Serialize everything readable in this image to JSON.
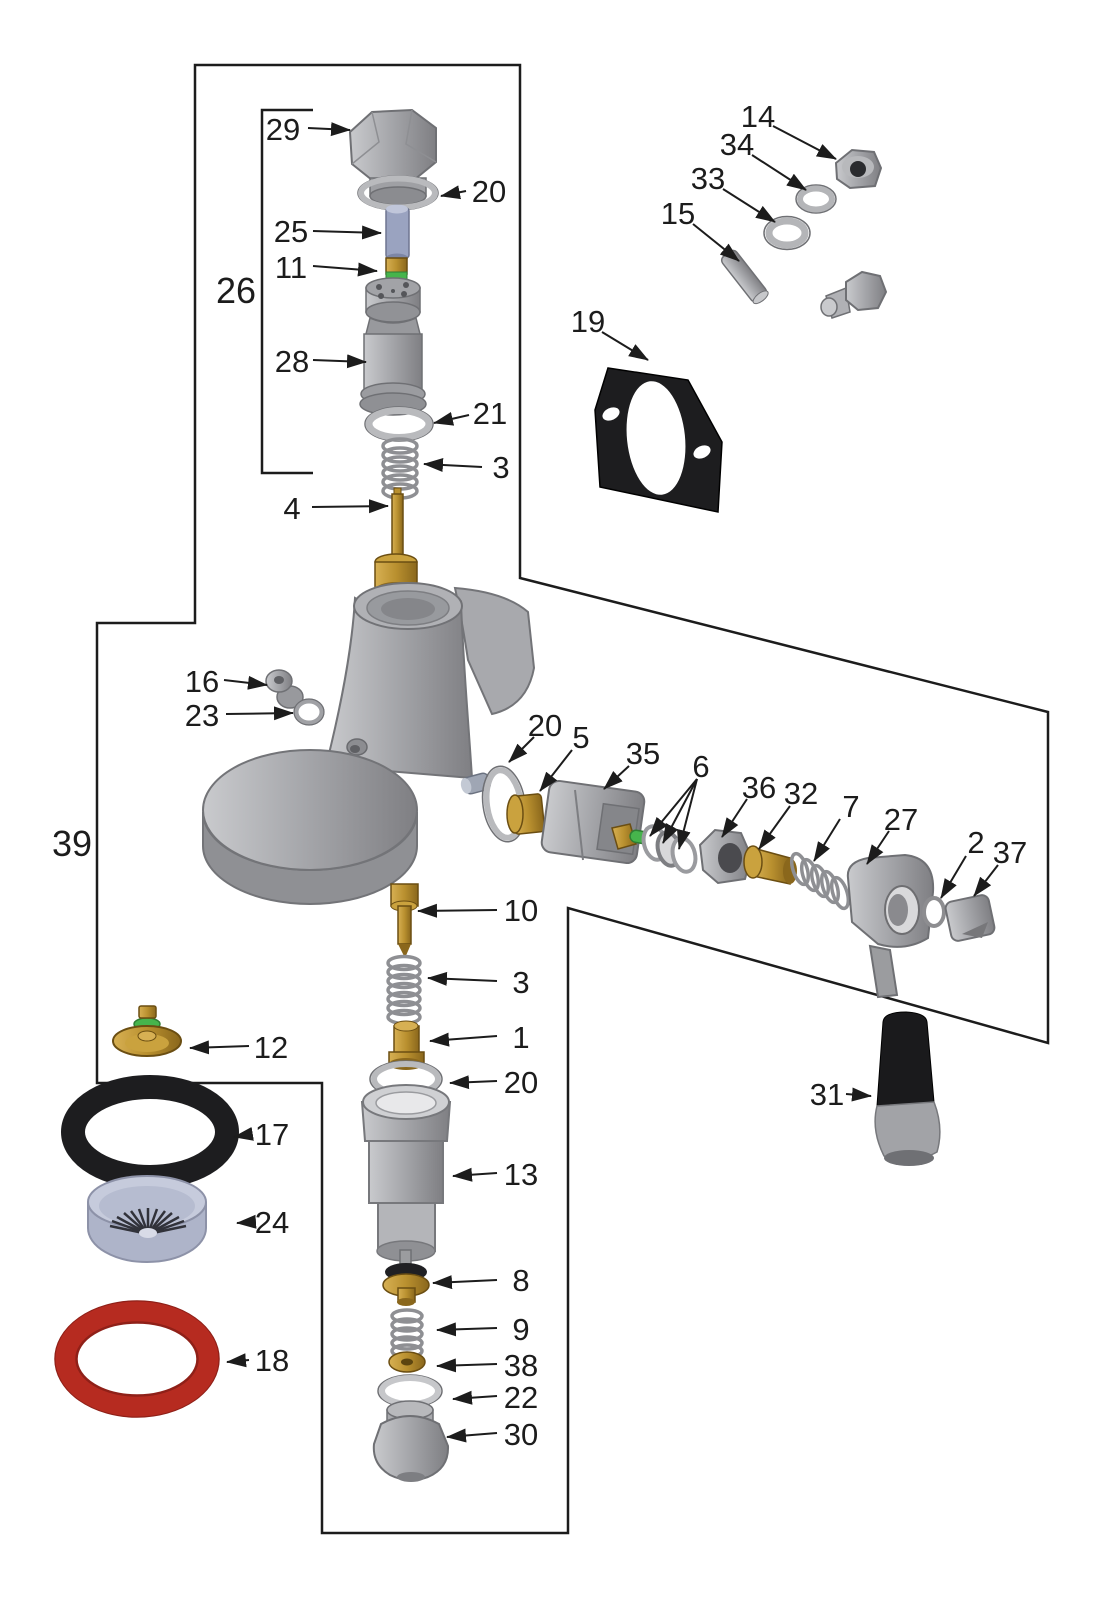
{
  "figure": {
    "kind": "exploded-parts-diagram",
    "callout_count": 43,
    "background": "#ffffff"
  },
  "labels": {
    "p29": "29",
    "p20_top": "20",
    "p25": "25",
    "p11": "11",
    "p26": "26",
    "p28": "28",
    "p21": "21",
    "p3_upper": "3",
    "p4": "4",
    "p14": "14",
    "p34": "34",
    "p33": "33",
    "p15": "15",
    "p19": "19",
    "p16": "16",
    "p23": "23",
    "p39": "39",
    "p20_mid": "20",
    "p5": "5",
    "p35": "35",
    "p6": "6",
    "p36": "36",
    "p32": "32",
    "p7": "7",
    "p27": "27",
    "p2": "2",
    "p37": "37",
    "p10": "10",
    "p3_lower": "3",
    "p1": "1",
    "p20_lower": "20",
    "p13": "13",
    "p8": "8",
    "p9": "9",
    "p38": "38",
    "p22": "22",
    "p30": "30",
    "p12": "12",
    "p17": "17",
    "p24": "24",
    "p18": "18",
    "p31": "31"
  },
  "colors": {
    "line": "#1c1c1c",
    "metal_gray": "#a7a8ac",
    "brass": "#b9902f",
    "green_accent": "#46b44c",
    "steel_blue": "#9aa3c0",
    "gasket_black": "#1d1d1f",
    "gasket_red": "#b62b20",
    "screen_blue_gray": "#c6cbdc",
    "background": "#ffffff"
  }
}
